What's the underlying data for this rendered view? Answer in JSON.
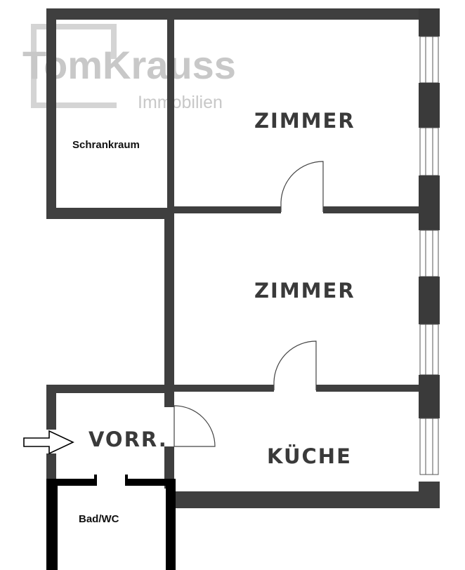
{
  "logo": {
    "name": "TomKrauss",
    "tagline": "Immobilien",
    "color": "#c8c8c8"
  },
  "rooms": {
    "schrankraum": "Schrankraum",
    "zimmer_top": "ZIMMER",
    "zimmer_middle": "ZIMMER",
    "vorraum": "VORR.",
    "kueche": "KÜCHE",
    "bad_wc": "Bad/WC"
  },
  "colors": {
    "wall": "#3f3f3f",
    "wall_bath": "#000000",
    "window": "#3a3a3a",
    "floor": "#ffffff"
  }
}
